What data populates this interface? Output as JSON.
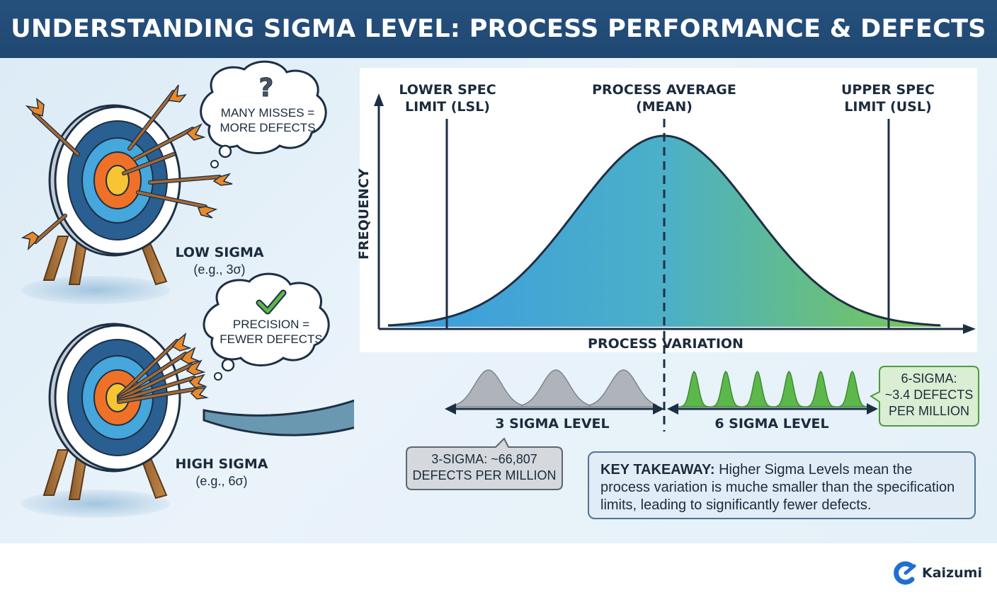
{
  "title": "UNDERSTANDING SIGMA LEVEL: PROCESS PERFORMANCE & DEFECTS",
  "targets": {
    "low": {
      "bubble_line1": "MANY MISSES =",
      "bubble_line2": "MORE DEFECTS",
      "bubble_icon": "question-mark-icon",
      "label": "LOW SIGMA",
      "example": "(e.g., 3σ)"
    },
    "high": {
      "bubble_line1": "PRECISION =",
      "bubble_line2": "FEWER DEFECTS",
      "bubble_icon": "checkmark-icon",
      "label": "HIGH SIGMA",
      "example": "(e.g., 6σ)"
    }
  },
  "chart": {
    "lsl_line1": "LOWER SPEC",
    "lsl_line2": "LIMIT (LSL)",
    "mean_line1": "PROCESS AVERAGE",
    "mean_line2": "(MEAN)",
    "usl_line1": "UPPER SPEC",
    "usl_line2": "LIMIT (USL)",
    "y_axis_label": "FREQUENCY",
    "x_axis_label": "PROCESS VARIATION"
  },
  "sigma_levels": {
    "three": {
      "label": "3 SIGMA LEVEL",
      "callout_line1": "3-SIGMA: ~66,807",
      "callout_line2": "DEFECTS PER MILLION",
      "peaks": 3
    },
    "six": {
      "label": "6 SIGMA LEVEL",
      "callout_line1": "6-SIGMA:",
      "callout_line2": "~3.4 DEFECTS",
      "callout_line3": "PER MILLION",
      "peaks": 6
    }
  },
  "takeaway": {
    "heading": "KEY TAKEAWAY:",
    "text": " Higher Sigma Levels mean the process variation is muche smaller than the specification limits, leading to significantly fewer defects."
  },
  "brand": {
    "name": "Kaizumi",
    "icon": "kaizumi-logo-icon"
  },
  "colors": {
    "header": "#234b77",
    "curve_blue": "#3f9fdc",
    "curve_green": "#6fc15a",
    "three_sigma_gray": "#aeb4ba",
    "six_sigma_green": "#5cb84a",
    "target_orange": "#ef7127",
    "target_yellow": "#f7c433",
    "brand_blue": "#1f6fd1"
  }
}
